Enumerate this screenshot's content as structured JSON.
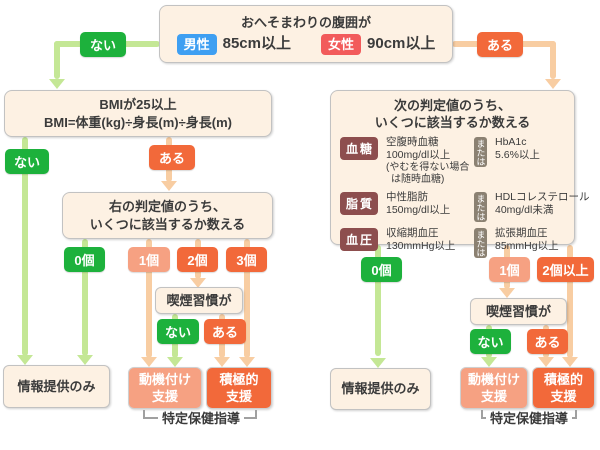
{
  "colors": {
    "green": "#1db13c",
    "light_green": "#c4e795",
    "orange": "#f2693a",
    "salmon": "#f6a182",
    "light_orange": "#f8cda2",
    "cream": "#fdf1e3",
    "male_blue": "#3e9ff2",
    "female_red": "#f25b5b",
    "criteria_maroon": "#8d4e4e",
    "or_gray": "#8b8172",
    "text": "#3b3b3b"
  },
  "top_box": {
    "title": "おへそまわりの腹囲が",
    "male_label": "男性",
    "male_value": "85cm以上",
    "female_label": "女性",
    "female_value": "90cm以上"
  },
  "labels": {
    "no": "ない",
    "yes": "ある"
  },
  "left_flow": {
    "bmi_box": {
      "line1": "BMIが25以上",
      "line2": "BMI=体重(kg)÷身長(m)÷身長(m)"
    },
    "count_box": {
      "line1": "右の判定値のうち、",
      "line2": "いくつに該当するか数える"
    },
    "counts": [
      "0個",
      "1個",
      "2個",
      "3個"
    ],
    "smoking_box": "喫煙習慣が",
    "smoking_no": "ない",
    "smoking_yes": "ある",
    "info_box": "情報提供のみ",
    "motivation_box": {
      "line1": "動機付け",
      "line2": "支援"
    },
    "active_box": {
      "line1": "積極的",
      "line2": "支援"
    },
    "bracket_label": "特定保健指導"
  },
  "right_flow": {
    "criteria_box": {
      "title1": "次の判定値のうち、",
      "title2": "いくつに該当するか数える",
      "rows": [
        {
          "label": "血糖",
          "left1": "空腹時血糖",
          "left2": "100mg/dl以上",
          "note1": "(やむを得ない場合",
          "note2": "は随時血糖)",
          "or": "または",
          "right1": "HbA1c",
          "right2": "5.6%以上"
        },
        {
          "label": "脂質",
          "left1": "中性脂肪",
          "left2": "150mg/dl以上",
          "or": "または",
          "right1": "HDLコレステロール",
          "right2": "40mg/dl未満"
        },
        {
          "label": "血圧",
          "left1": "収縮期血圧",
          "left2": "130mmHg以上",
          "or": "または",
          "right1": "拡張期血圧",
          "right2": "85mmHg以上"
        }
      ]
    },
    "counts": [
      "0個",
      "1個",
      "2個以上"
    ],
    "smoking_box": "喫煙習慣が",
    "smoking_no": "ない",
    "smoking_yes": "ある",
    "info_box": "情報提供のみ",
    "motivation_box": {
      "line1": "動機付け",
      "line2": "支援"
    },
    "active_box": {
      "line1": "積極的",
      "line2": "支援"
    },
    "bracket_label": "特定保健指導"
  }
}
